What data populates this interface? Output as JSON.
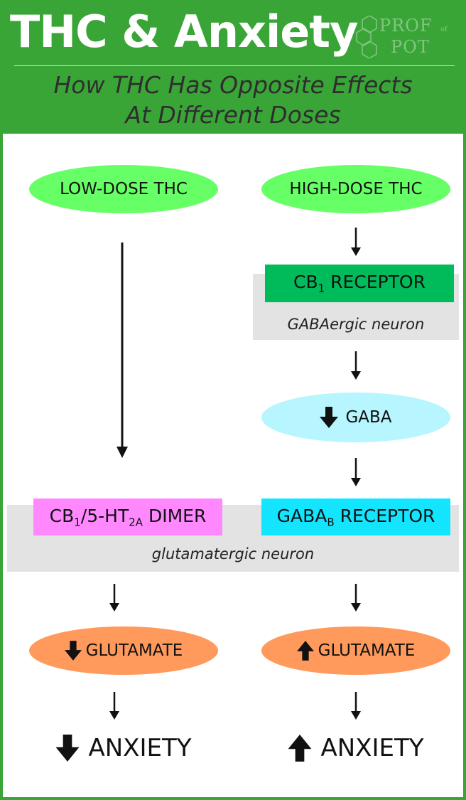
{
  "header": {
    "title": "THC & Anxiety",
    "subtitle_line1": "How THC Has Opposite Effects",
    "subtitle_line2": "At Different Doses",
    "logo_line1": "PROF",
    "logo_of": "of",
    "logo_line2": "POT"
  },
  "left": {
    "dose": "LOW-DOSE THC",
    "dimer": {
      "prefix": "CB",
      "sub1": "1",
      "mid": "/5-HT",
      "sub2": "2A",
      "suffix": " DIMER"
    },
    "glutamate": "GLUTAMATE",
    "glutamate_direction": "down",
    "anxiety": "ANXIETY",
    "anxiety_direction": "down"
  },
  "right": {
    "dose": "HIGH-DOSE THC",
    "cb1": {
      "prefix": "CB",
      "sub": "1",
      "suffix": " RECEPTOR"
    },
    "gabaergic": "GABAergic neuron",
    "gaba": "GABA",
    "gaba_direction": "down",
    "gabab": {
      "prefix": "GABA",
      "sub": "B",
      "suffix": " RECEPTOR"
    },
    "glutamate": "GLUTAMATE",
    "glutamate_direction": "up",
    "anxiety": "ANXIETY",
    "anxiety_direction": "up"
  },
  "glutamatergic": "glutamatergic neuron",
  "colors": {
    "header_green": "#3aa537",
    "dose_green": "#66ff66",
    "cb1_green": "#00bb5a",
    "gaba_cyan": "#b7f5ff",
    "gabab_cyan": "#13e5ff",
    "dimer_pink": "#ff88ff",
    "glutamate_orange": "#ff9a5c",
    "neuron_gray": "#e3e3e3"
  },
  "icons": {
    "down": "bold-down-arrow-icon",
    "up": "bold-up-arrow-icon",
    "flow": "flow-arrow-icon"
  }
}
